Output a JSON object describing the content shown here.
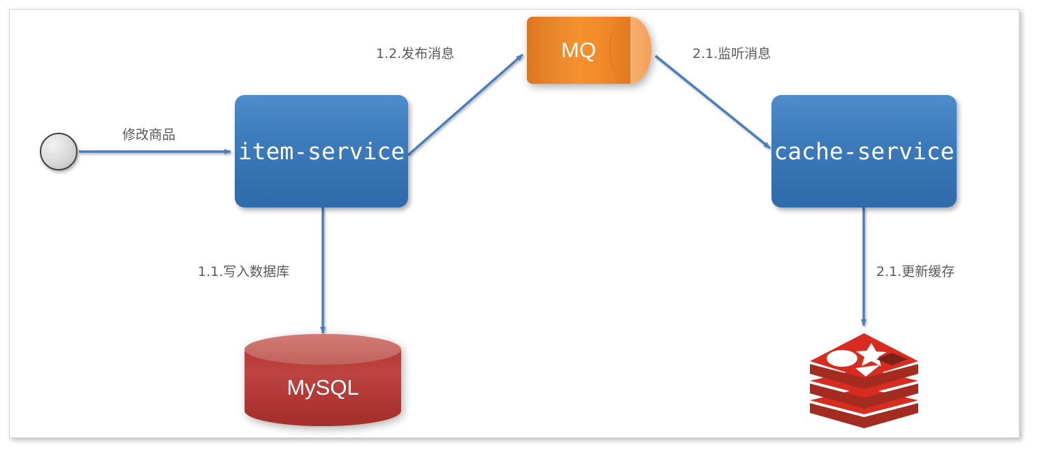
{
  "diagram": {
    "title": "cache update via MQ flow",
    "colors": {
      "service_box": "#3d7cbd",
      "mq_orange": "#ef8c2c",
      "mysql_red": "#b73a35",
      "redis_red": "#d82c20",
      "arrow_blue": "#4a7ebb",
      "label_text": "#595959",
      "canvas_border": "#d8d8d8"
    },
    "nodes": [
      {
        "id": "start",
        "type": "start-circle",
        "label": ""
      },
      {
        "id": "item-service",
        "type": "service-box",
        "label": "item-service"
      },
      {
        "id": "mq",
        "type": "cylinder-horizontal",
        "label": "MQ"
      },
      {
        "id": "cache-service",
        "type": "service-box",
        "label": "cache-service"
      },
      {
        "id": "mysql",
        "type": "cylinder-vertical",
        "label": "MySQL"
      },
      {
        "id": "redis",
        "type": "logo",
        "label": "redis-logo"
      }
    ],
    "edges": [
      {
        "id": "e1",
        "from": "start",
        "to": "item-service",
        "label": "修改商品"
      },
      {
        "id": "e2",
        "from": "item-service",
        "to": "mq",
        "label": "1.2.发布消息"
      },
      {
        "id": "e3",
        "from": "mq",
        "to": "cache-service",
        "label": "2.1.监听消息"
      },
      {
        "id": "e4",
        "from": "item-service",
        "to": "mysql",
        "label": "1.1.写入数据库"
      },
      {
        "id": "e5",
        "from": "cache-service",
        "to": "redis",
        "label": "2.1.更新缓存"
      }
    ]
  }
}
